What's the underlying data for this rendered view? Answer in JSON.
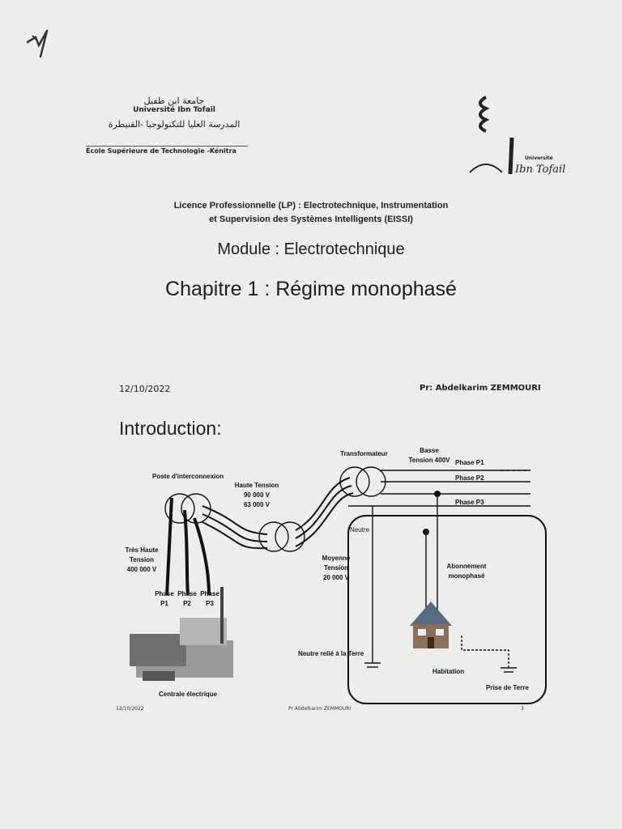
{
  "header": {
    "uni_ar": "جامعة ابن طفيل",
    "uni_fr": "Université Ibn Tofail",
    "school_ar": "المدرسة العليا للتكنولوجيا -القنيطرة",
    "school_fr": "École Supérieure de Technologie -Kénitra",
    "logo_label": "Université",
    "logo_script": "Ibn Tofail"
  },
  "title": {
    "licence_line1": "Licence Professionnelle (LP) : Electrotechnique, Instrumentation",
    "licence_line2": "et Supervision des Systèmes Intelligents (EISSI)",
    "module": "Module : Electrotechnique",
    "chapter": "Chapitre 1 : Régime monophasé"
  },
  "meta": {
    "date": "12/10/2022",
    "author": "Pr: Abdelkarim ZEMMOURI"
  },
  "slide": {
    "heading": "Introduction:",
    "labels": {
      "transformateur": "Transformateur",
      "basse1": "Basse",
      "basse2": "Tension 400V",
      "phase_p1": "Phase P1",
      "phase_p2": "Phase P2",
      "phase_p3": "Phase P3",
      "poste": "Poste d'interconnexion",
      "ht1": "Haute Tension",
      "ht2": "90 000 V",
      "ht3": "63 000 V",
      "neutre": "Neutre",
      "moy1": "Moyenne",
      "moy2": "Tension",
      "moy3": "20 000 V",
      "abo1": "Abonnement",
      "abo2": "monophasé",
      "tht1": "Très Haute",
      "tht2": "Tension",
      "tht3": "400 000 V",
      "ph": "Phase",
      "p1": "P1",
      "p2": "P2",
      "p3": "P3",
      "neutre_terre": "Neutre relié à la Terre",
      "habitation": "Habitation",
      "prise": "Prise de Terre",
      "centrale": "Centrale électrique"
    },
    "footer_left": "12/10/2022",
    "footer_center": "Pr Abdelkarim ZEMMOURI",
    "footer_right": "3"
  }
}
